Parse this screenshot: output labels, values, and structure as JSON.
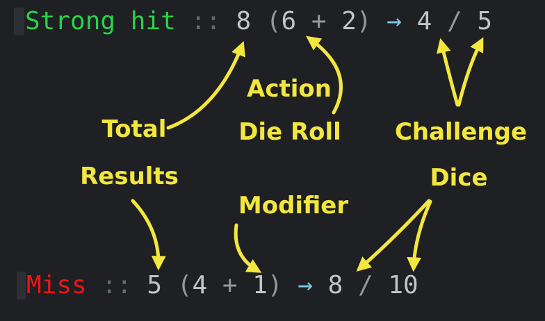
{
  "colors": {
    "background": "#1e2023",
    "green": "#2ad24b",
    "red": "#ef1414",
    "dim_gray": "#67696d",
    "punct_gray": "#95989b",
    "digit_gray": "#c2c5c7",
    "blue": "#82c4e8",
    "yellow": "#f3e63e",
    "cursor": "#2c2f33"
  },
  "lines": {
    "strong_hit": {
      "segments": [
        {
          "text": "Strong hit",
          "color": "green"
        },
        {
          "text": " :: ",
          "color": "dim_gray"
        },
        {
          "text": "8",
          "color": "digit_gray"
        },
        {
          "text": " ",
          "color": "digit_gray"
        },
        {
          "text": "(",
          "color": "punct_gray"
        },
        {
          "text": "6",
          "color": "digit_gray"
        },
        {
          "text": " + ",
          "color": "punct_gray"
        },
        {
          "text": "2",
          "color": "digit_gray"
        },
        {
          "text": ")",
          "color": "punct_gray"
        },
        {
          "text": " ",
          "color": "digit_gray"
        },
        {
          "text": "→",
          "color": "blue"
        },
        {
          "text": " ",
          "color": "digit_gray"
        },
        {
          "text": "4",
          "color": "digit_gray"
        },
        {
          "text": " / ",
          "color": "punct_gray"
        },
        {
          "text": "5",
          "color": "digit_gray"
        }
      ]
    },
    "miss": {
      "segments": [
        {
          "text": "Miss",
          "color": "red"
        },
        {
          "text": " :: ",
          "color": "dim_gray"
        },
        {
          "text": "5",
          "color": "digit_gray"
        },
        {
          "text": " ",
          "color": "digit_gray"
        },
        {
          "text": "(",
          "color": "punct_gray"
        },
        {
          "text": "4",
          "color": "digit_gray"
        },
        {
          "text": " + ",
          "color": "punct_gray"
        },
        {
          "text": "1",
          "color": "digit_gray"
        },
        {
          "text": ")",
          "color": "punct_gray"
        },
        {
          "text": " ",
          "color": "digit_gray"
        },
        {
          "text": "→",
          "color": "blue"
        },
        {
          "text": " ",
          "color": "digit_gray"
        },
        {
          "text": "8",
          "color": "digit_gray"
        },
        {
          "text": " / ",
          "color": "punct_gray"
        },
        {
          "text": "10",
          "color": "digit_gray"
        }
      ]
    }
  },
  "labels": {
    "total": "Total",
    "results": "Results",
    "action": "Action",
    "die_roll": "Die Roll",
    "challenge": "Challenge",
    "dice": "Dice",
    "modifier": "Modifier"
  }
}
